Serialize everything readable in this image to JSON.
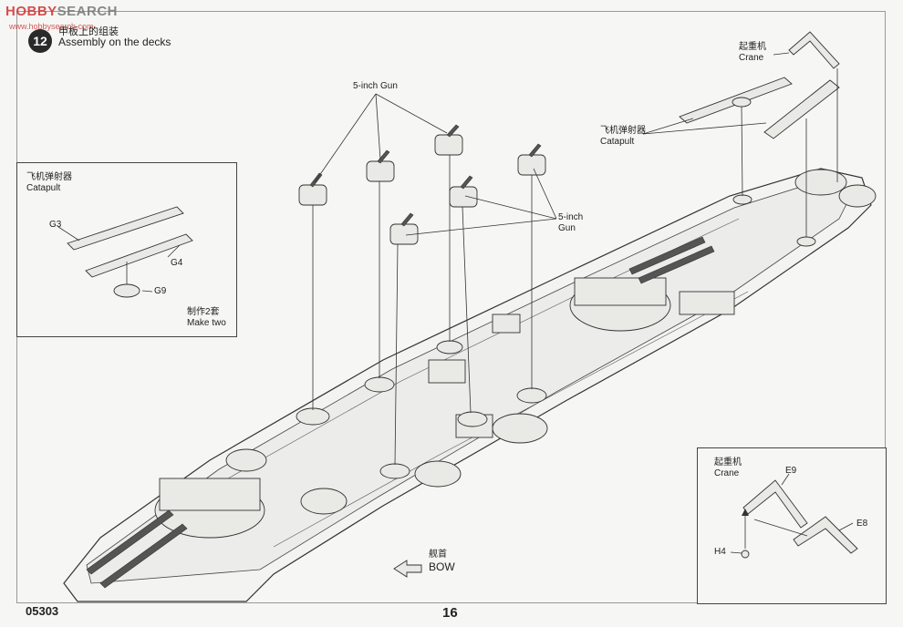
{
  "watermark": {
    "part_a": "HOBBY",
    "part_b": "SEARCH",
    "sub": "www.hobbysearch.com"
  },
  "step": {
    "number": "12",
    "title_cn": "甲板上的组装",
    "title_en": "Assembly on the decks"
  },
  "labels": {
    "gun_top": "5-inch Gun",
    "gun_right": "5-inch\nGun",
    "crane_cn": "起重机",
    "crane_en": "Crane",
    "catapult_cn": "飞机弹射器",
    "catapult_en": "Catapult",
    "bow_cn": "舰首",
    "bow_en": "BOW"
  },
  "inset_catapult": {
    "title_cn": "飞机弹射器",
    "title_en": "Catapult",
    "part_g3": "G3",
    "part_g4": "G4",
    "part_g9": "G9",
    "note_cn": "制作2套",
    "note_en": "Make two"
  },
  "inset_crane": {
    "title_cn": "起重机",
    "title_en": "Crane",
    "part_e9": "E9",
    "part_e8": "E8",
    "part_h4": "H4"
  },
  "footer": {
    "code": "05303",
    "page": "16"
  }
}
